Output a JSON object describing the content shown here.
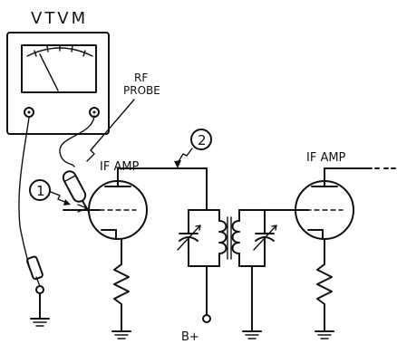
{
  "labels": {
    "meter": "VTVM",
    "probe_line1": "RF",
    "probe_line2": "PROBE",
    "amp_left": "IF AMP",
    "amp_right": "IF AMP",
    "supply": "B+",
    "marker1": "1",
    "marker2": "2"
  },
  "colors": {
    "ink": "#111111",
    "paper": "#ffffff"
  }
}
